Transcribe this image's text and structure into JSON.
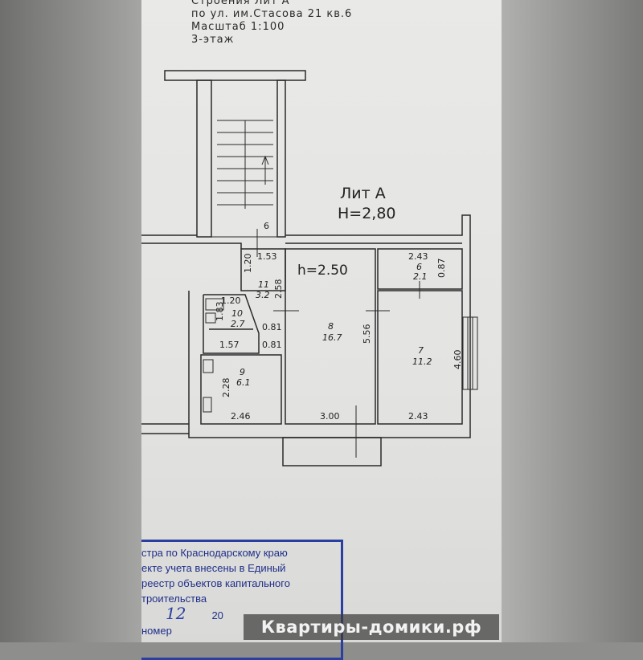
{
  "header": {
    "line1": "Строения Лит А",
    "line2": "по ул. им.Стасова 21 кв.6",
    "line3": "Масштаб 1:100",
    "line4": "3-этаж"
  },
  "plan": {
    "building_label": "Лит А",
    "building_height": "H=2,80",
    "ceiling_height": "h=2.50",
    "stair_number": "6",
    "rooms": [
      {
        "number": "11",
        "area": "3.2"
      },
      {
        "number": "10",
        "area": "2.7"
      },
      {
        "number": "9",
        "area": "6.1"
      },
      {
        "number": "8",
        "area": "16.7"
      },
      {
        "number": "7",
        "area": "11.2"
      },
      {
        "number": "6",
        "area": "2.1"
      }
    ],
    "dimensions": {
      "d153": "1.53",
      "d120a": "1.20",
      "d258": "2.58",
      "d120b": "1.20",
      "d183": "1.83",
      "d081a": "0.81",
      "d081b": "0.81",
      "d157": "1.57",
      "d228": "2.28",
      "d246": "2.46",
      "d556": "5.56",
      "d300": "3.00",
      "d243a": "2.43",
      "d087": "0.87",
      "d460": "4.60",
      "d243b": "2.43"
    }
  },
  "stamp": {
    "line1": "стра по Краснодарскому краю",
    "line2": "екте учета внесены в Единый",
    "line3": "реестр объектов капитального",
    "line4": "троительства",
    "day": "12",
    "year_prefix": "20",
    "line6": "номер"
  },
  "watermark": "Квартиры-домики.рф"
}
